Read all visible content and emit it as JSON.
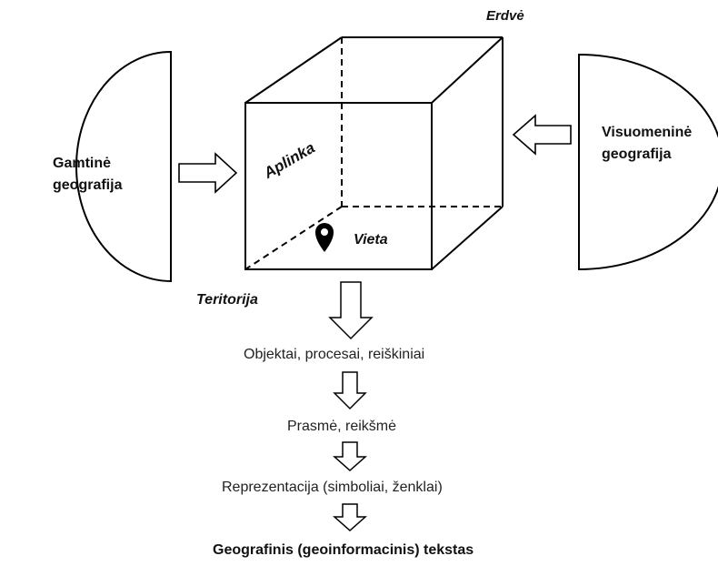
{
  "labels": {
    "space": "Erdvė",
    "environment": "Aplinka",
    "place": "Vieta",
    "territory": "Teritorija",
    "physical_geo_line1": "Gamtinė",
    "physical_geo_line2": "geografija",
    "social_geo_line1": "Visuomeninė",
    "social_geo_line2": "geografija"
  },
  "flow": {
    "step1": "Objektai, procesai, reiškiniai",
    "step2": "Prasmė, reikšmė",
    "step3": "Reprezentacija (simboliai, ženklai)",
    "final": "Geografinis (geoinformacinis) tekstas"
  },
  "icons": {
    "place": "map-pin-icon"
  }
}
